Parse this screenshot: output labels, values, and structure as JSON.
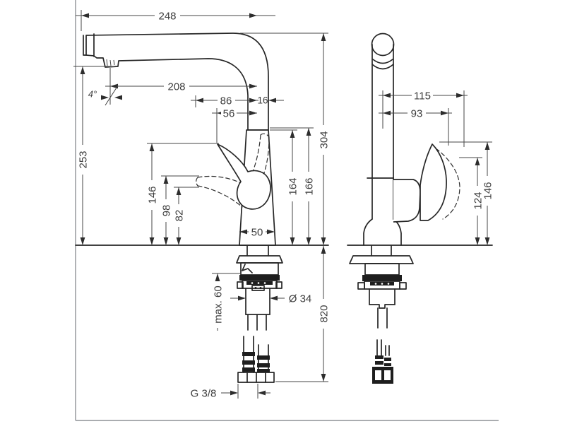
{
  "drawing": {
    "side_view": {
      "dims": {
        "spout_total": "248",
        "spout_reach": "208",
        "handle_back_proj": "86",
        "pipe_offset": "16",
        "handle_front_proj": "56",
        "spray_angle": "4°",
        "spout_height": "253",
        "handle_tip_height": "146",
        "handle_down_high": "98",
        "handle_down_low": "82",
        "body_height_a": "164",
        "body_height_b": "166",
        "total_height": "304",
        "base_width": "50",
        "max_counter": "max. 60",
        "shank_diameter": "Ø 34",
        "hose_length": "820",
        "thread": "G 3/8"
      }
    },
    "front_view": {
      "dims": {
        "handle_reach_outer": "115",
        "handle_reach": "93",
        "handle_low_height": "124",
        "handle_tip_height": "146"
      }
    }
  }
}
